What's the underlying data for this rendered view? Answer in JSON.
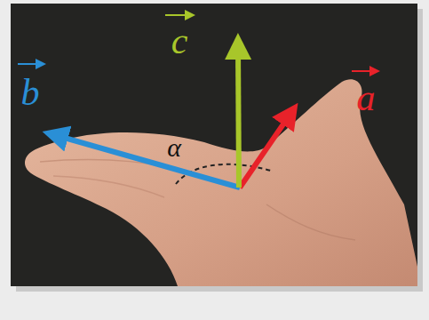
{
  "diagram": {
    "labels": [
      "c",
      "b",
      "a",
      "α"
    ]
  }
}
